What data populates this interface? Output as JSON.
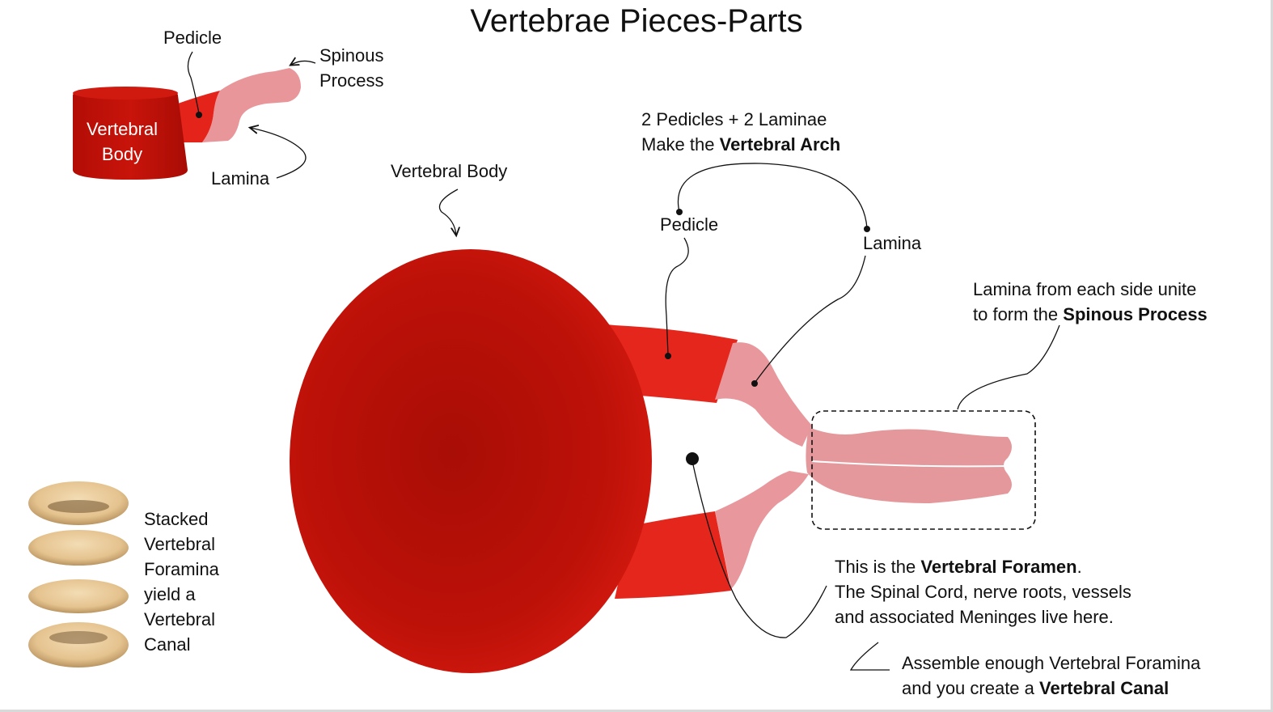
{
  "title": "Vertebrae Pieces-Parts",
  "small_model": {
    "body_label_line1": "Vertebral",
    "body_label_line2": "Body",
    "pedicle": "Pedicle",
    "spinous_line1": "Spinous",
    "spinous_line2": "Process",
    "lamina": "Lamina"
  },
  "main_labels": {
    "vertebral_body": "Vertebral Body",
    "arch_line1": "2 Pedicles + 2 Laminae",
    "arch_line2_prefix": "Make the ",
    "arch_line2_bold": "Vertebral Arch",
    "pedicle": "Pedicle",
    "lamina": "Lamina",
    "spinous_line1": "Lamina from each side unite",
    "spinous_line2_prefix": "to form the ",
    "spinous_line2_bold": "Spinous Process",
    "foramen_line1_prefix": "This is the ",
    "foramen_line1_bold": "Vertebral Foramen",
    "foramen_line1_suffix": ".",
    "foramen_line2": "The Spinal Cord, nerve roots, vessels",
    "foramen_line3": "and associated Meninges live here.",
    "canal_line1": "Assemble enough Vertebral Foramina",
    "canal_line2_prefix": "and you create a ",
    "canal_line2_bold": "Vertebral Canal"
  },
  "stack_label_lines": [
    "Stacked",
    "Vertebral",
    "Foramina",
    "yield a",
    "Vertebral",
    "Canal"
  ],
  "colors": {
    "body_red": "#c01008",
    "pedicle_red": "#e8231c",
    "lamina_pink": "#e8959a",
    "ring_tan": "#e8c898",
    "line": "#111111"
  }
}
